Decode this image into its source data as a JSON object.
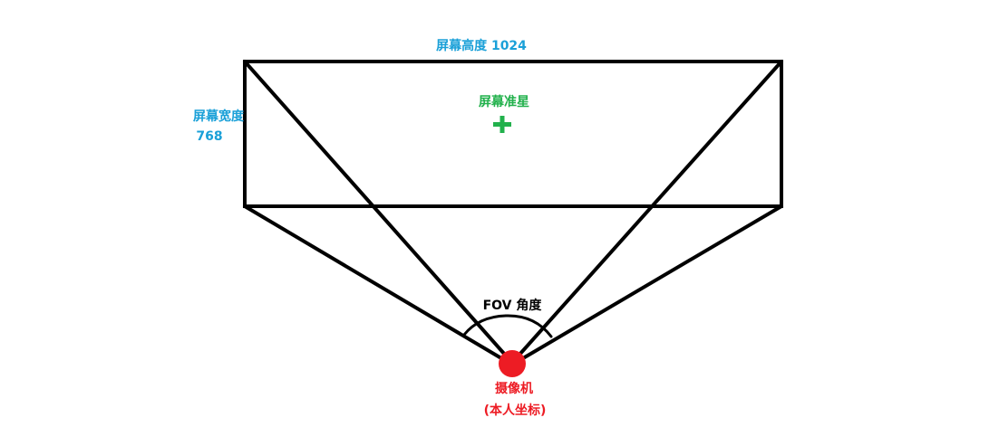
{
  "labels": {
    "screen_height": "屏幕高度 1024",
    "screen_width_line1": "屏幕宽度",
    "screen_width_line2": "768",
    "crosshair": "屏幕准星",
    "fov": "FOV 角度",
    "camera_line1": "摄像机",
    "camera_line2": "(本人坐标)"
  },
  "colors": {
    "line": "#000000",
    "dimension_text": "#1aa0d8",
    "crosshair": "#22b14c",
    "camera": "#ed1c24",
    "fov_text": "#000000"
  },
  "icons": {
    "crosshair": "plus-cross",
    "camera": "filled-circle"
  }
}
